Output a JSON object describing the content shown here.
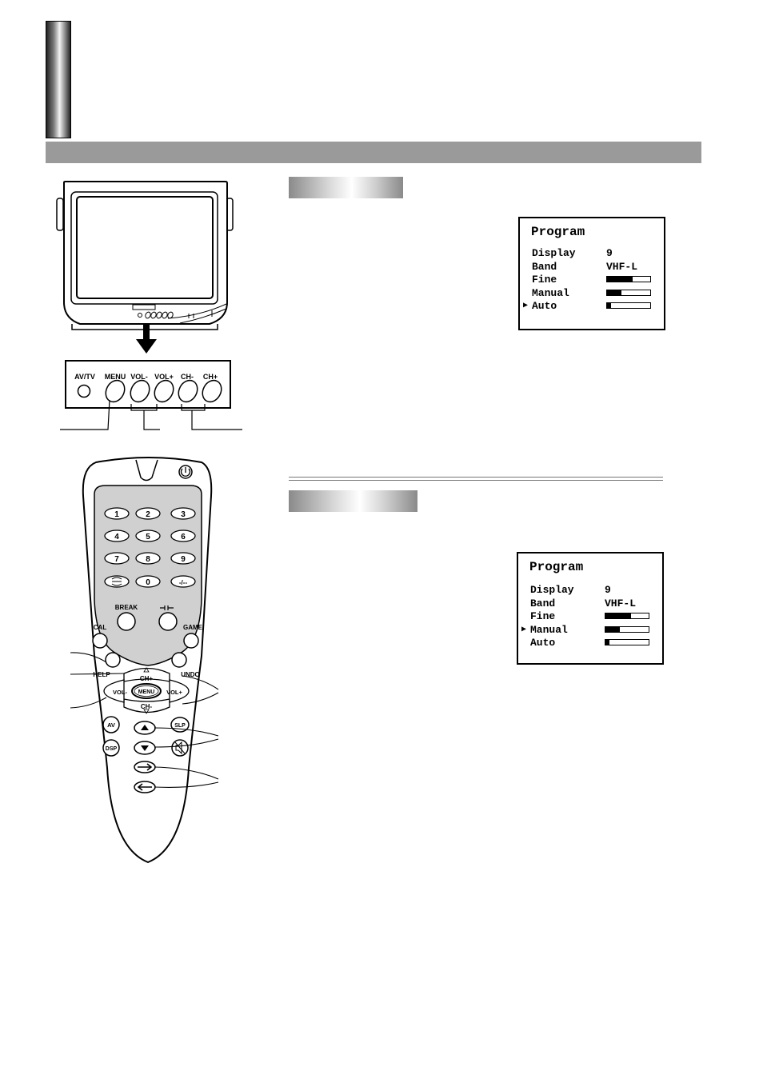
{
  "tv_panel": {
    "buttons": [
      "AV/TV",
      "MENU",
      "VOL-",
      "VOL+",
      "CH-",
      "CH+"
    ]
  },
  "remote": {
    "numpad": [
      "1",
      "2",
      "3",
      "4",
      "5",
      "6",
      "7",
      "8",
      "9",
      "0",
      "-/--"
    ],
    "labels": {
      "break": "BREAK",
      "cal": "CAL",
      "game": "GAME",
      "help": "HELP",
      "undo": "UNDO",
      "ch_plus": "CH+",
      "ch_minus": "CH-",
      "vol_minus": "VOL-",
      "vol_plus": "VOL+",
      "menu": "MENU",
      "av": "AV",
      "dsp": "DSP",
      "slp": "SLP"
    }
  },
  "osd_screens": [
    {
      "title": "Program",
      "rows": [
        {
          "label": "Display",
          "value": "9",
          "selected": false
        },
        {
          "label": "Band",
          "value": "VHF-L",
          "selected": false
        },
        {
          "label": "Fine",
          "level": 0.6,
          "selected": false
        },
        {
          "label": "Manual",
          "level": 0.33,
          "selected": false
        },
        {
          "label": "Auto",
          "level": 0.1,
          "selected": true
        }
      ]
    },
    {
      "title": "Program",
      "rows": [
        {
          "label": "Display",
          "value": "9",
          "selected": false
        },
        {
          "label": "Band",
          "value": "VHF-L",
          "selected": false
        },
        {
          "label": "Fine",
          "level": 0.6,
          "selected": false
        },
        {
          "label": "Manual",
          "level": 0.33,
          "selected": true
        },
        {
          "label": "Auto",
          "level": 0.1,
          "selected": false
        }
      ]
    }
  ]
}
